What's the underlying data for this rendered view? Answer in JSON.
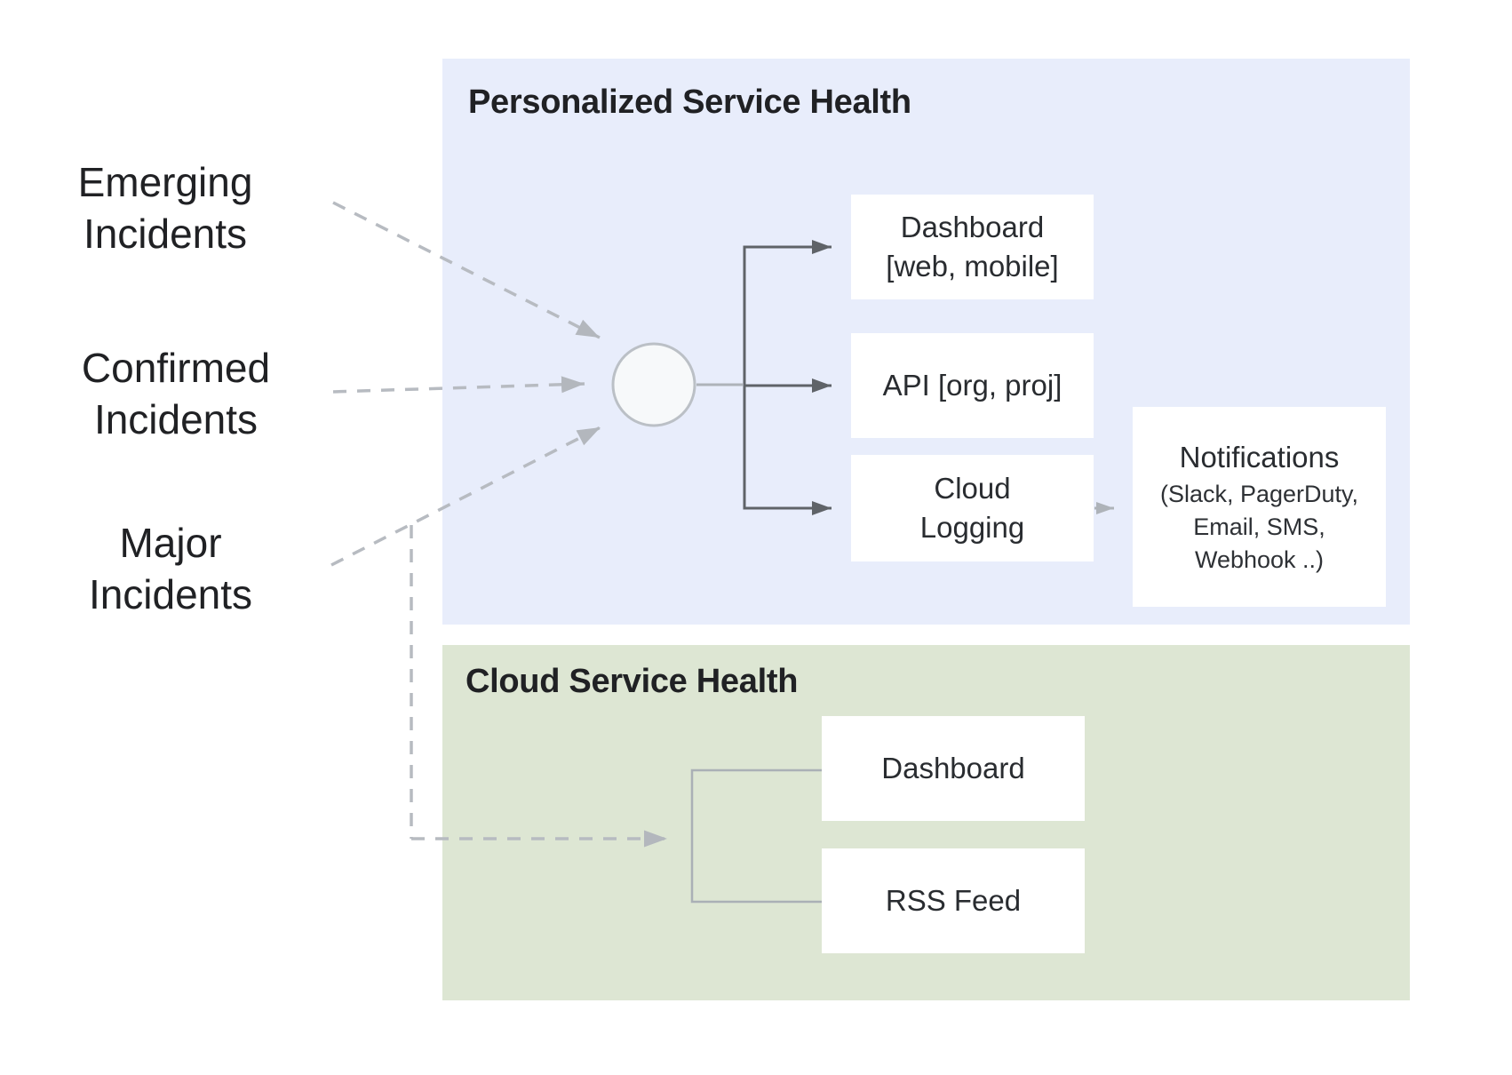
{
  "incident_sources": [
    {
      "id": "emerging",
      "line1": "Emerging",
      "line2": "Incidents"
    },
    {
      "id": "confirmed",
      "line1": "Confirmed",
      "line2": "Incidents"
    },
    {
      "id": "major",
      "line1": "Major",
      "line2": "Incidents"
    }
  ],
  "personalized_panel": {
    "title": "Personalized Service Health",
    "boxes": {
      "dashboard": {
        "line1": "Dashboard",
        "line2": "[web, mobile]"
      },
      "api": {
        "label": "API [org, proj]"
      },
      "cloud_logging": {
        "line1": "Cloud",
        "line2": "Logging"
      },
      "notifications": {
        "title": "Notifications",
        "lines": [
          "(Slack, PagerDuty,",
          "Email, SMS,",
          "Webhook ..)"
        ]
      }
    }
  },
  "cloud_panel": {
    "title": "Cloud Service Health",
    "boxes": {
      "dashboard": {
        "label": "Dashboard"
      },
      "rss": {
        "label": "RSS Feed"
      }
    }
  },
  "colors": {
    "personalized_panel_bg": "#e8edfb",
    "cloud_panel_bg": "#dde6d3",
    "node_bg": "#ffffff",
    "title_text": "#202124",
    "body_text": "#292c30",
    "solid_arrow": "#5f6368",
    "light_arrow": "#aeb3b9",
    "dashed_arrow": "#b7bbc1",
    "hub_fill": "#f7f9fa",
    "hub_stroke": "#bbc0c6"
  }
}
